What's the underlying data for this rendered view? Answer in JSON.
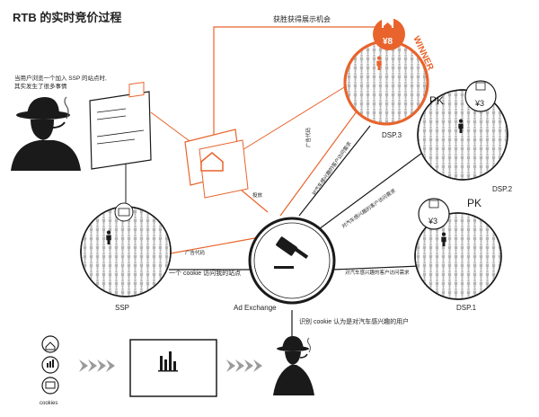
{
  "title": "RTB 的实时竞价过程",
  "intro": [
    "当用户浏览一个加入 SSP 的站点时,",
    "其实发生了很多事情"
  ],
  "top_label": "获胜获得展示机会",
  "winner_label": "WINNER",
  "nodes": {
    "ssp": "SSP",
    "ad_exchange": "Ad Exchange",
    "dsp1": "DSP.1",
    "dsp2": "DSP.2",
    "dsp3": "DSP.3"
  },
  "bids": {
    "dsp3": "¥8",
    "dsp2": "¥3",
    "dsp1": "¥3"
  },
  "pk": "PK",
  "edge_labels": {
    "ssp_to_exchange": "一个 cookie 访问我的站点",
    "ad_code": "广告代码",
    "ad_code2": "广告代码",
    "delivery": "投放",
    "to_dsp3": "对汽车感兴趣的客户访问需求",
    "to_dsp2": "对汽车感兴趣的客户访问需求",
    "to_dsp1": "对汽车感兴趣的客户访问需求",
    "identify": "识别 cookie 认为是对汽车感兴趣的用户"
  },
  "cookies_label": "cookies",
  "colors": {
    "accent": "#e8642c",
    "dark": "#1a1a1a",
    "gray": "#8a8a8a"
  }
}
